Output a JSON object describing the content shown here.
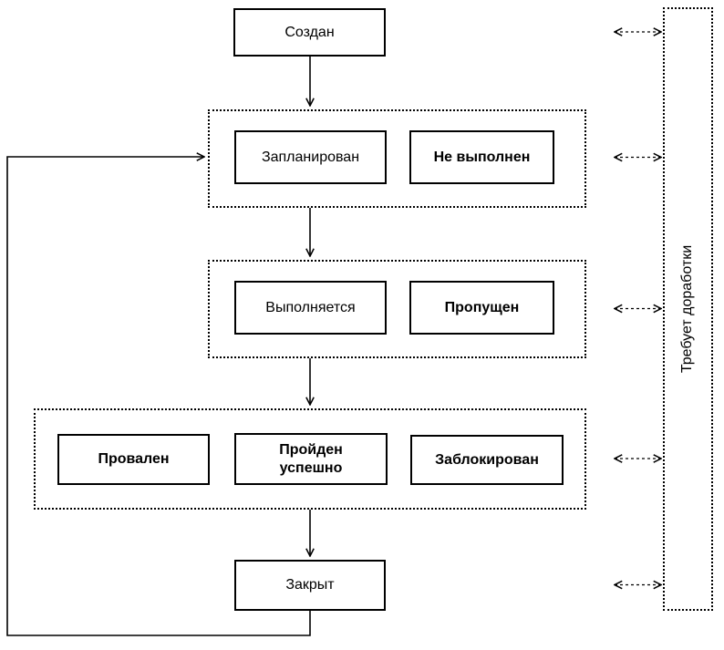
{
  "diagram": {
    "background": "#ffffff",
    "line_color": "#000000",
    "text_color": "#000000",
    "nodes": {
      "created": "Создан",
      "planned": "Запланирован",
      "not_executed": "Не выполнен",
      "in_progress": "Выполняется",
      "skipped": "Пропущен",
      "failed": "Провален",
      "passed": "Пройден успешно",
      "blocked": "Заблокирован",
      "closed": "Закрыт",
      "needs_rework": "Требует доработки"
    }
  }
}
